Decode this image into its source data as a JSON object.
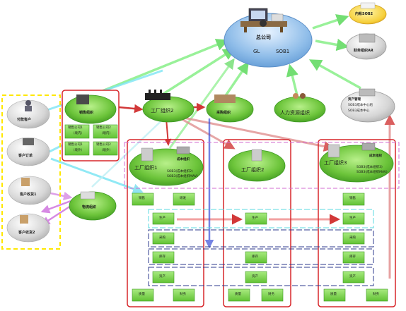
{
  "hq": {
    "title": "总公司",
    "gl": "GL",
    "sob": "SOB1"
  },
  "domestic_sob2": "内帐SOB2",
  "finance_ar": "财务组织AR",
  "customers": {
    "paying": "付款客户",
    "order": "客户订单",
    "receiving1": "客户收货1",
    "receiving2": "客户收货2"
  },
  "sales_org": {
    "title": "销售组织",
    "subs": [
      {
        "line1": "销售公司1",
        "line2": "（境内）"
      },
      {
        "line1": "销售公司2",
        "line2": "（境内）"
      },
      {
        "line1": "销售公司1",
        "line2": "（境外）"
      },
      {
        "line1": "销售公司2",
        "line2": "（境外）"
      }
    ]
  },
  "logistics": "物流组织",
  "factory_org_top": "工厂组织2",
  "purchasing_org": "采购组织",
  "hr_org": "人力资源组织",
  "cost_center": {
    "l1": "资产管理",
    "l2": "SOB3成本中心组",
    "l3": "SOB3成本中心"
  },
  "factories": [
    {
      "title": "工厂组织1",
      "badge": "成本组织",
      "note1": "SOB3(成本组织2)",
      "note2": "SOB3(成本组织MAV)",
      "top_boxes": [
        "销售",
        "研发"
      ],
      "mid_boxes": [
        "生产",
        "采购",
        "库存",
        "资产"
      ],
      "bottom_boxes": [
        "质量",
        "财务"
      ]
    },
    {
      "title": "工厂组织2",
      "mid_boxes": [
        "生产",
        "库存",
        "资产"
      ],
      "bottom_boxes": [
        "质量",
        "财务"
      ]
    },
    {
      "title": "工厂组织3",
      "badge": "成本组织",
      "note1": "SOB3(成本组织3)",
      "note2": "SOB3(成本组织MAV)",
      "top_boxes": [
        "销售"
      ],
      "mid_boxes": [
        "生产",
        "采购",
        "库存",
        "资产"
      ],
      "bottom_boxes": [
        "质量",
        "财务"
      ]
    }
  ],
  "colors": {
    "green_fill": "#7ed24a",
    "green_border": "#3c9a22",
    "red_border": "#d7262a",
    "blue_ellipse": "#a9cdf2",
    "yellow_dash": "#ffe800",
    "pink_dash": "#d36bd0",
    "cyan_dash": "#58d8e0",
    "navy_dash": "#2c3a8c"
  }
}
